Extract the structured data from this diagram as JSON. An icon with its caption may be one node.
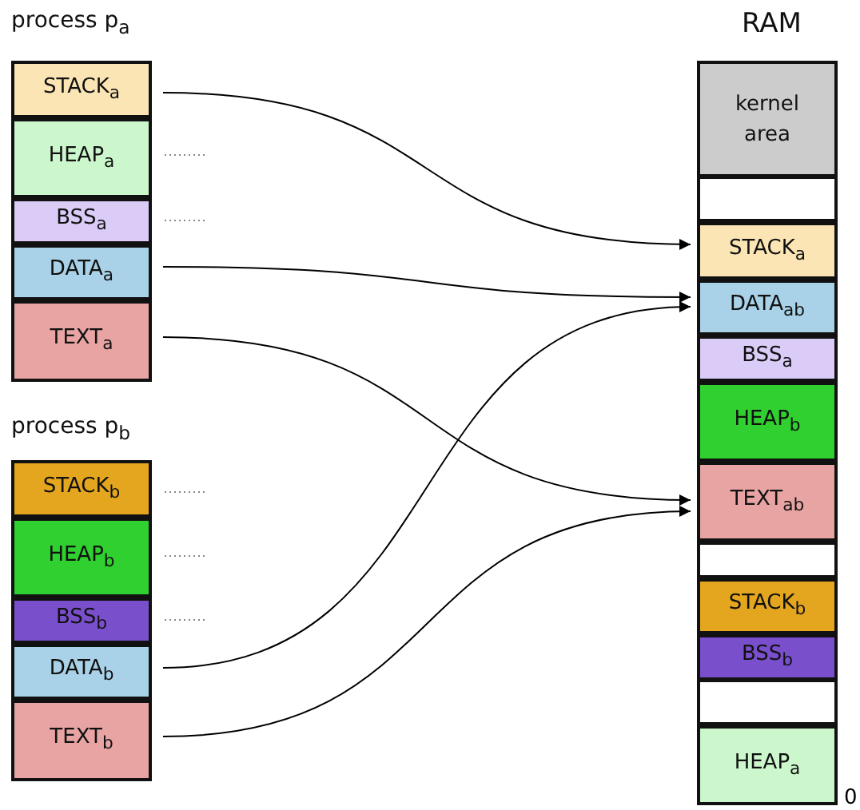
{
  "diagram": {
    "nodes": [
      {
        "text": [
          "process p$_{a}$"
        ]
      },
      {
        "text": [
          "STACK$_{a}$"
        ],
        "in": 0
      },
      {
        "text": [
          "HEAP$_{a}$"
        ],
        "in": 0
      },
      {
        "text": [
          "BSS$_{a}$"
        ],
        "in": 0
      },
      {
        "text": [
          "DATA$_{a}$"
        ],
        "in": 0
      },
      {
        "text": [
          "TEXT$_{a}$"
        ],
        "in": 0
      },
      {
        "text": [
          "process p$_{b}$"
        ]
      },
      {
        "text": [
          "STACK$_{b}$"
        ],
        "in": 6
      },
      {
        "text": [
          "HEAP$_{b}$"
        ],
        "in": 6
      },
      {
        "text": [
          "BSS$_{b}$"
        ],
        "in": 6
      },
      {
        "text": [
          "DATA$_{b}$"
        ],
        "in": 6
      },
      {
        "text": [
          "TEXT$_{b}$"
        ],
        "in": 6
      },
      {
        "text": [
          "RAM"
        ]
      },
      {
        "text": [
          "kernel area"
        ],
        "in": 12
      },
      {
        "text": [],
        "shape": "box",
        "in": 12
      },
      {
        "text": [
          "STACK$_{a}$"
        ],
        "in": 12
      },
      {
        "text": [
          "DATA$_{ab}$"
        ],
        "in": 12
      },
      {
        "text": [
          "BSS$_{a}$"
        ],
        "in": 12
      },
      {
        "text": [
          "HEAP$_{b}$"
        ],
        "in": 12
      },
      {
        "text": [
          "TEXT$_{ab}$"
        ],
        "in": 12
      },
      {
        "text": [],
        "shape": "box",
        "in": 12
      },
      {
        "text": [
          "STACK$_{b}$"
        ],
        "in": 12
      },
      {
        "text": [
          "BSS$_{b}$"
        ],
        "in": 12
      },
      {
        "text": [],
        "shape": "box",
        "in": 12
      },
      {
        "text": [
          "HEAP$_{a}$"
        ],
        "in": 12
      }
    ],
    "edges": [
      {
        "from": 1,
        "to": 15,
        "arrow": "to"
      },
      {
        "from": 4,
        "to": 16,
        "arrow": "to"
      },
      {
        "from": 5,
        "to": 19,
        "arrow": "to"
      },
      {
        "from": 10,
        "to": 16,
        "arrow": "to"
      },
      {
        "from": 11,
        "to": 19,
        "arrow": "to"
      }
    ],
    "labels": [
      "0"
    ]
  }
}
